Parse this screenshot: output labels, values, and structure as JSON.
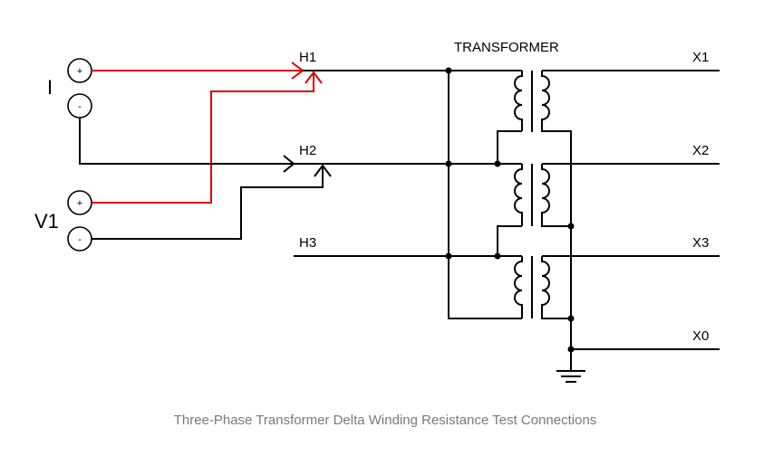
{
  "diagram": {
    "title": "TRANSFORMER",
    "sources": {
      "current_label": "I",
      "voltage_label": "V1",
      "plus": "+",
      "minus": "-"
    },
    "primary_terminals": [
      "H1",
      "H2",
      "H3"
    ],
    "secondary_terminals": [
      "X1",
      "X2",
      "X3",
      "X0"
    ],
    "colors": {
      "current_lead": "#e00000",
      "wire": "#000000",
      "caption": "#7a7a7a"
    }
  },
  "caption": "Three-Phase Transformer Delta Winding Resistance Test Connections"
}
